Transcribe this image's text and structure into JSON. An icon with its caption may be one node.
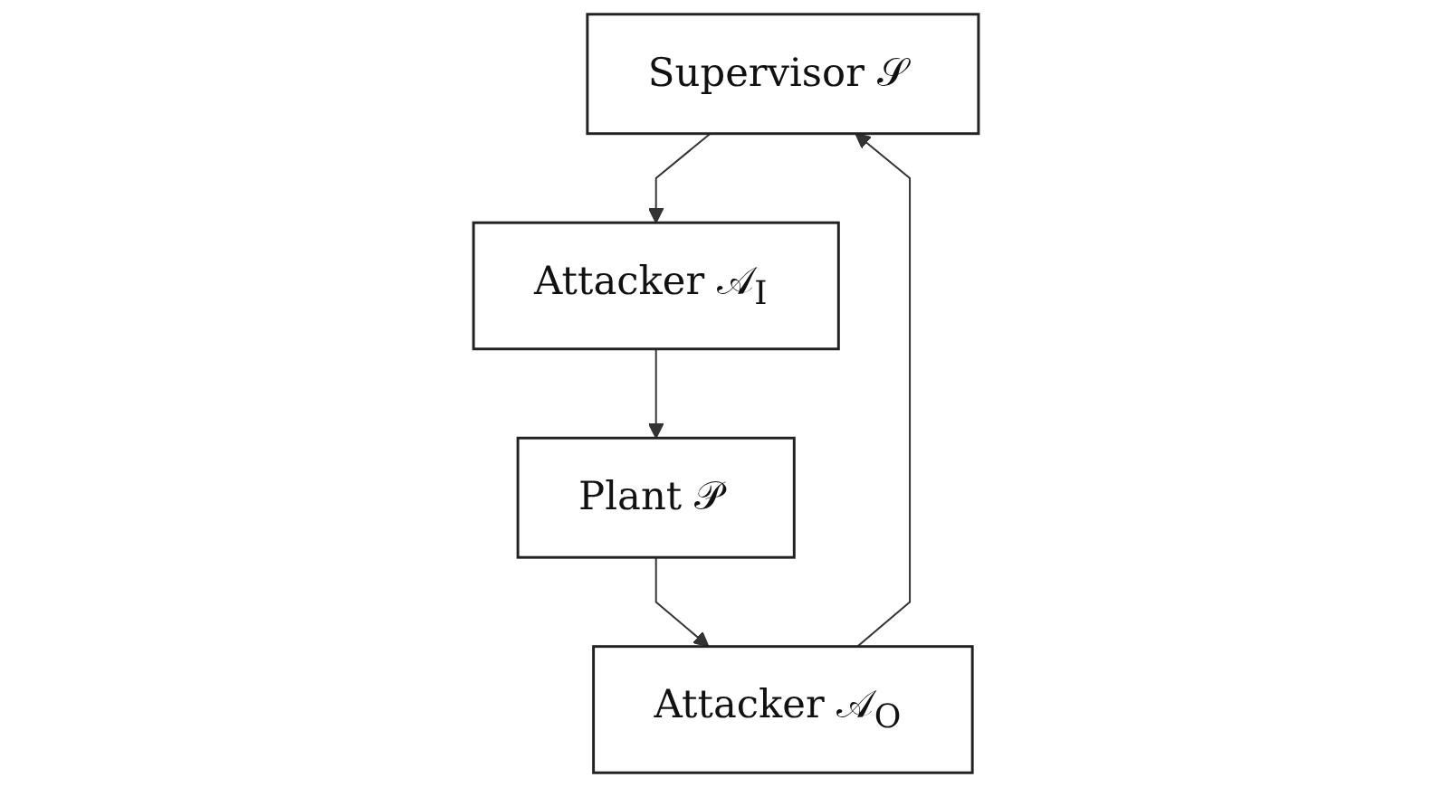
{
  "diagram": {
    "nodes": [
      {
        "text": [
          "Supervisor 𝒮"
        ]
      },
      {
        "text": [
          "Attacker 𝒜$_{O}$"
        ]
      },
      {
        "text": [
          "Attacker 𝒜$_{I}$"
        ]
      },
      {
        "text": [
          "Plant 𝒫"
        ]
      }
    ],
    "edges": [
      {
        "from": 0,
        "to": 2,
        "arrow": "to"
      },
      {
        "from": 2,
        "to": 3,
        "arrow": "to"
      },
      {
        "from": 3,
        "to": 1,
        "arrow": "to"
      },
      {
        "from": 1,
        "to": 0,
        "arrow": "to"
      }
    ]
  }
}
